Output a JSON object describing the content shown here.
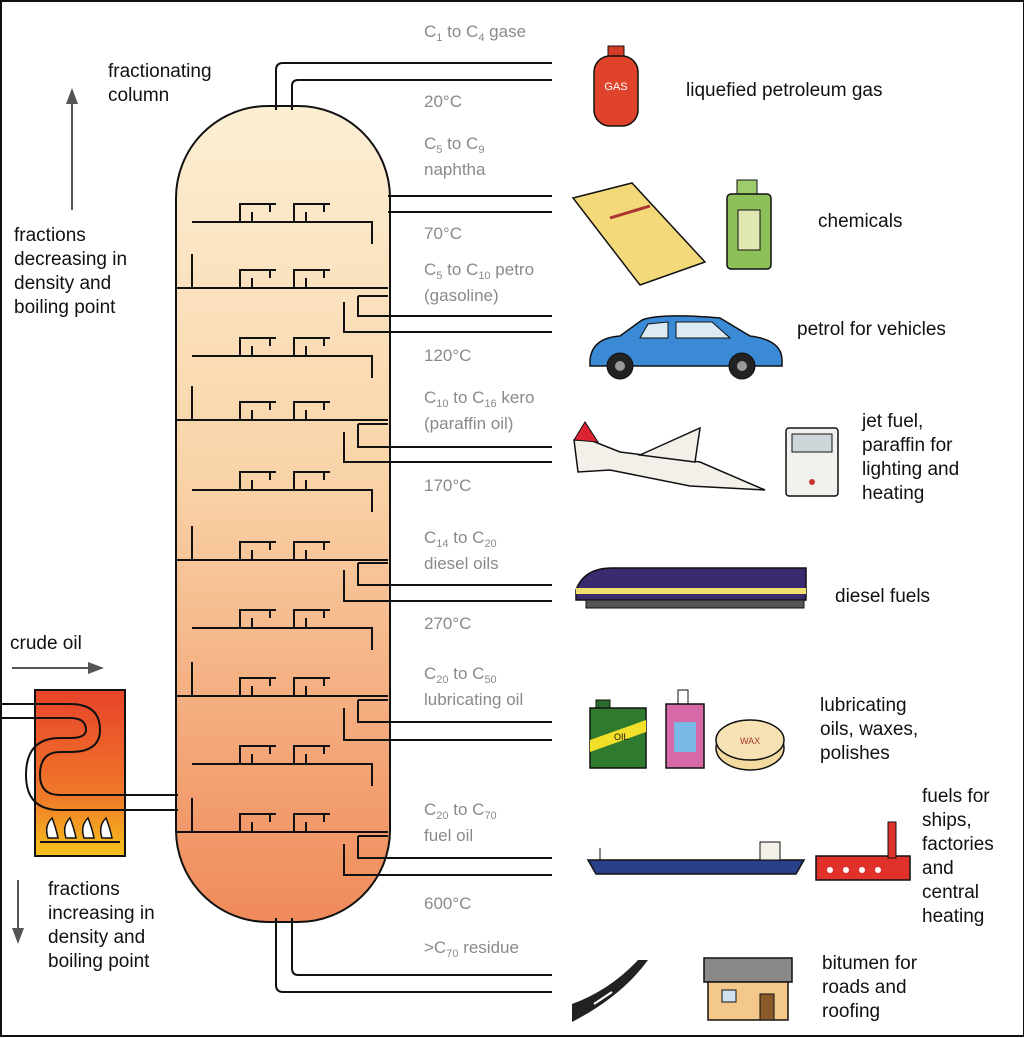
{
  "column_label": "fractionating\ncolumn",
  "left_top_label": "fractions\ndecreasing in\ndensity and\nboiling point",
  "crude_label": "crude oil",
  "left_bottom_label": "fractions\nincreasing in\ndensity and\nboiling point",
  "fractions": [
    {
      "c1": "1",
      "c2": "4",
      "pre": "C",
      "mid": " to C",
      "post": " gase",
      "desc": ""
    },
    {
      "c1": "5",
      "c2": "9",
      "pre": "C",
      "mid": " to C",
      "post": "",
      "desc": "naphtha"
    },
    {
      "c1": "5",
      "c2": "10",
      "pre": "C",
      "mid": " to C",
      "post": " petro",
      "desc": "(gasoline)"
    },
    {
      "c1": "10",
      "c2": "16",
      "pre": "C",
      "mid": " to C",
      "post": " kero",
      "desc": "(paraffin oil)"
    },
    {
      "c1": "14",
      "c2": "20",
      "pre": "C",
      "mid": " to C",
      "post": "",
      "desc": "diesel oils"
    },
    {
      "c1": "20",
      "c2": "50",
      "pre": "C",
      "mid": " to C",
      "post": "",
      "desc": "lubricating oil"
    },
    {
      "c1": "20",
      "c2": "70",
      "pre": "C",
      "mid": " to C",
      "post": "",
      "desc": "fuel oil"
    },
    {
      "c1": "70",
      "c2": "",
      "pre": ">C",
      "mid": "",
      "post": " residue",
      "desc": ""
    }
  ],
  "temperatures": [
    "20°C",
    "70°C",
    "120°C",
    "170°C",
    "270°C",
    "600°C"
  ],
  "products": [
    "liquefied petroleum gas",
    "chemicals",
    "petrol for vehicles",
    "jet fuel,\nparaffin for\nlighting and\nheating",
    "diesel fuels",
    "lubricating\noils, waxes,\npolishes",
    "fuels for\nships,\nfactories\nand\ncentral\nheating",
    "bitumen for\nroads and\nroofing"
  ],
  "icon_text": {
    "gas": "GAS",
    "oil": "OIL",
    "wax": "WAX"
  },
  "colors": {
    "column_top": "#fbe8c4",
    "column_bottom": "#f08a5a",
    "pipe": "#111111",
    "heater": "#e8432a",
    "flame": "#f6c21a"
  }
}
